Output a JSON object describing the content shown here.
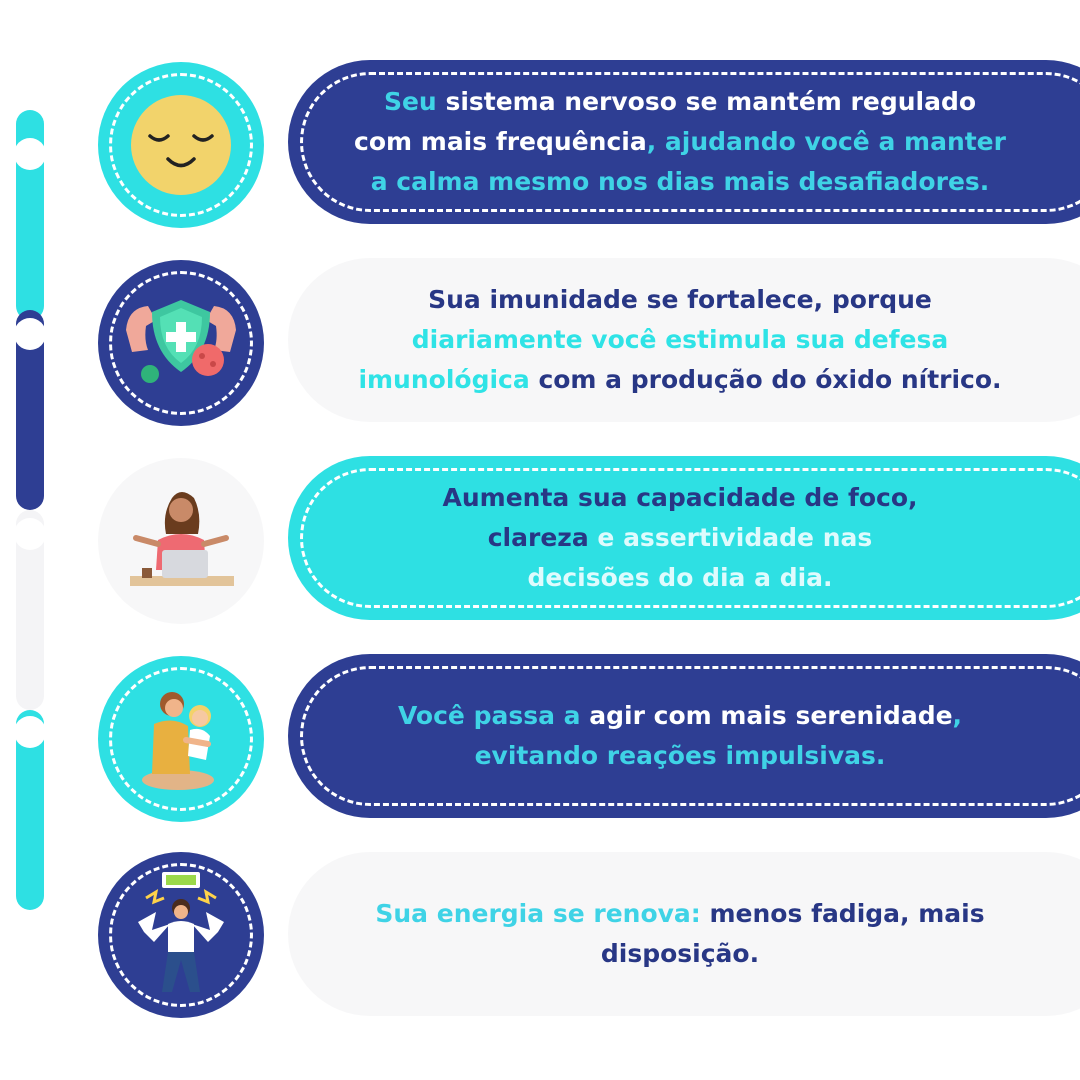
{
  "colors": {
    "navy": "#2e3e93",
    "cyan": "#2ee0e3",
    "light": "#f7f7f8"
  },
  "items": [
    {
      "icon": "sleeping-face-icon",
      "lines": [
        [
          {
            "t": "Seu",
            "c": "cy"
          },
          {
            "t": " sistema nervoso se mantém regulado",
            "c": "w"
          }
        ],
        [
          {
            "t": "com mais frequência",
            "c": "w"
          },
          {
            "t": ", ajudando você a manter",
            "c": "cy"
          }
        ],
        [
          {
            "t": "a calma mesmo nos dias mais desafiadores.",
            "c": "cy"
          }
        ]
      ]
    },
    {
      "icon": "immunity-shield-icon",
      "lines": [
        [
          {
            "t": "Sua imunidade se fortalece, porque",
            "c": "n"
          }
        ],
        [
          {
            "t": "diariamente você estimula sua defesa",
            "c": "cy2"
          }
        ],
        [
          {
            "t": "imunológica",
            "c": "cy2"
          },
          {
            "t": " com a produção do óxido nítrico.",
            "c": "n"
          }
        ]
      ]
    },
    {
      "icon": "meditating-woman-laptop-icon",
      "lines": [
        [
          {
            "t": "Aumenta sua capacidade de foco,",
            "c": "n"
          }
        ],
        [
          {
            "t": "clareza",
            "c": "n"
          },
          {
            "t": " e assertividade nas",
            "c": "lw"
          }
        ],
        [
          {
            "t": "decisões do dia a dia.",
            "c": "lw"
          }
        ]
      ]
    },
    {
      "icon": "parent-hugging-child-icon",
      "lines": [
        [
          {
            "t": "Você passa a",
            "c": "cy"
          },
          {
            "t": " agir com mais serenidade",
            "c": "w"
          },
          {
            "t": ",",
            "c": "cy"
          }
        ],
        [
          {
            "t": "evitando reações impulsivas.",
            "c": "cy"
          }
        ]
      ]
    },
    {
      "icon": "energy-battery-person-icon",
      "lines": [
        [
          {
            "t": "Sua energia se renova:",
            "c": "cy"
          },
          {
            "t": " menos fadiga, mais",
            "c": "n"
          }
        ],
        [
          {
            "t": "disposição.",
            "c": "n"
          }
        ]
      ]
    }
  ]
}
